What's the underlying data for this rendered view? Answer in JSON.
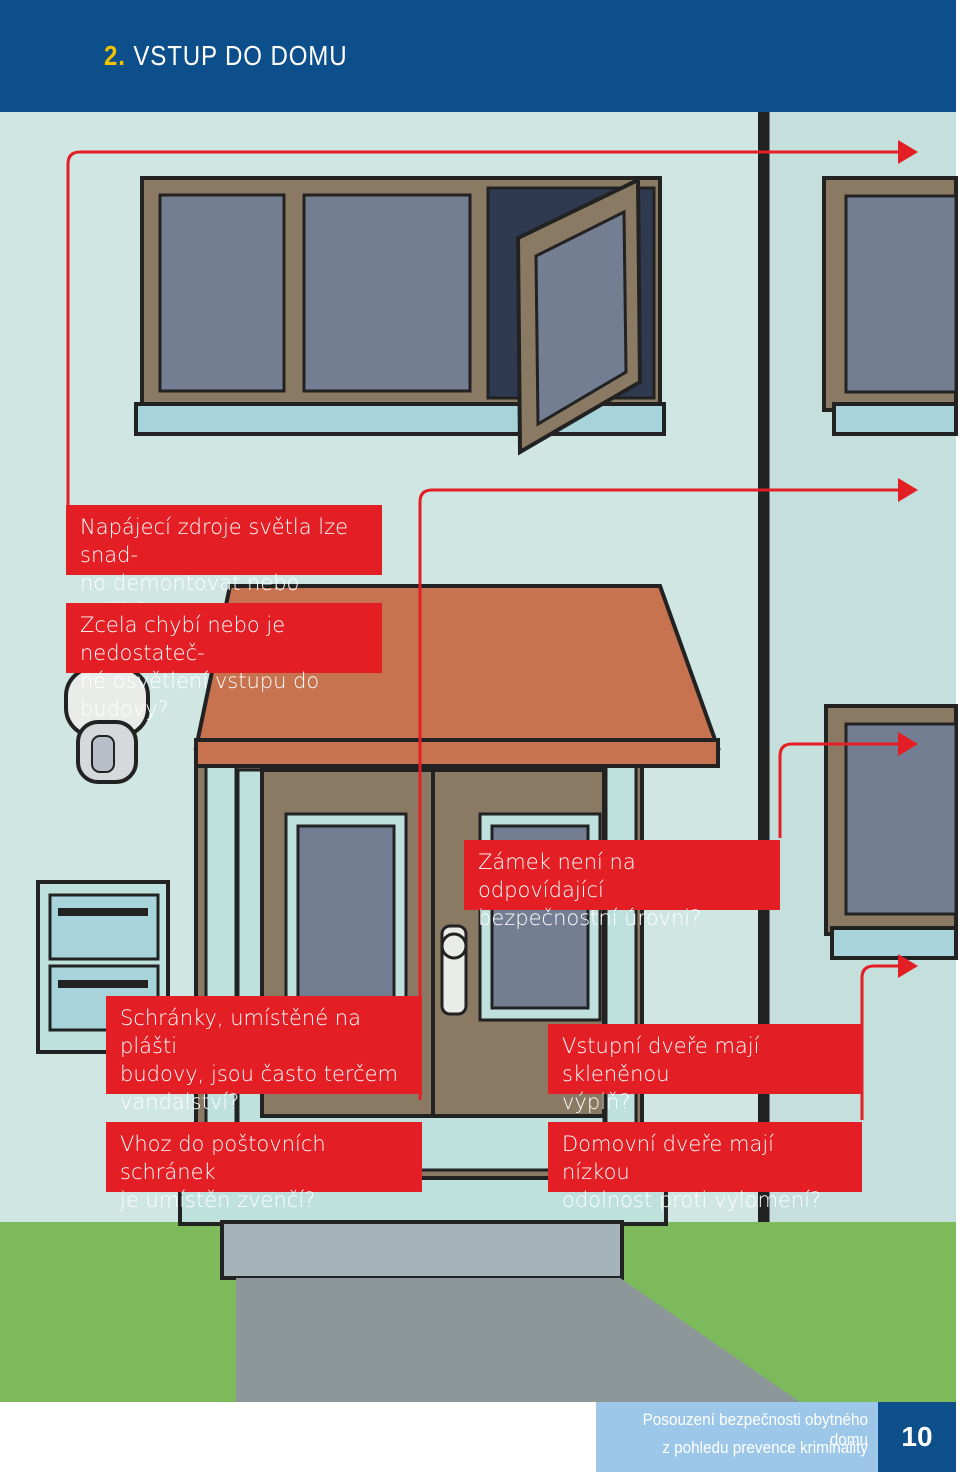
{
  "header": {
    "number": "2.",
    "title": "VSTUP DO DOMU"
  },
  "callouts": {
    "power": "Napájecí zdroje světla lze snad-\nno demontovat nebo zničit?",
    "lighting": "Zcela chybí nebo je nedostateč-\nné osvětlení vstupu do budovy?",
    "lock": "Zámek není na odpovídající\nbezpečnostní úrovni?",
    "mailboxes": "Schránky, umístěné na plášti\nbudovy,  jsou často terčem\nvandalství?",
    "glass": "Vstupní dveře mají skleněnou\nvýplň?",
    "mail_slot": "Vhoz do poštovních schránek\nje umístěn zvenčí?",
    "door_strength": "Domovní dveře mají nízkou\nodolnost proti vylomení?"
  },
  "footer": {
    "line1": "Posouzení bezpečnosti obytného domu",
    "line2": "z pohledu prevence kriminality",
    "page_number": "10"
  },
  "colors": {
    "header_blue": "#0d4f8b",
    "accent_yellow": "#f2c200",
    "callout_red": "#e31e24",
    "wall_blue": "#cfe6e3",
    "roof": "#c8734f",
    "frame": "#8a7a64",
    "glass": "#747e92",
    "grass": "#7dba5c"
  }
}
